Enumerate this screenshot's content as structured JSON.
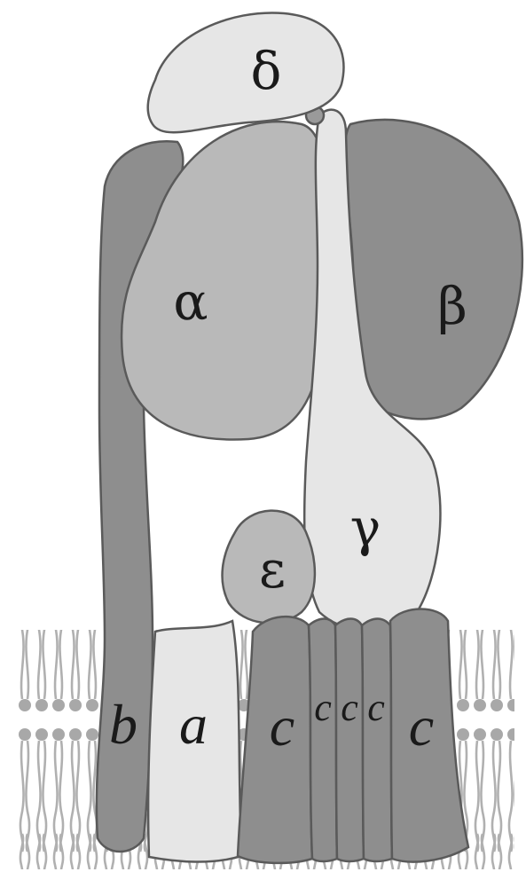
{
  "labels": {
    "delta": "δ",
    "alpha": "α",
    "beta": "β",
    "gamma": "γ",
    "epsilon": "ε",
    "b": "b",
    "a": "a",
    "c_left": "c",
    "c_mid1": "c",
    "c_mid2": "c",
    "c_mid3": "c",
    "c_right": "c"
  },
  "colors": {
    "light": "#e6e6e6",
    "medium": "#b9b9b9",
    "dark": "#8e8e8e",
    "membrane_line": "#b0b0b0",
    "membrane_head": "#a8a8a8"
  }
}
